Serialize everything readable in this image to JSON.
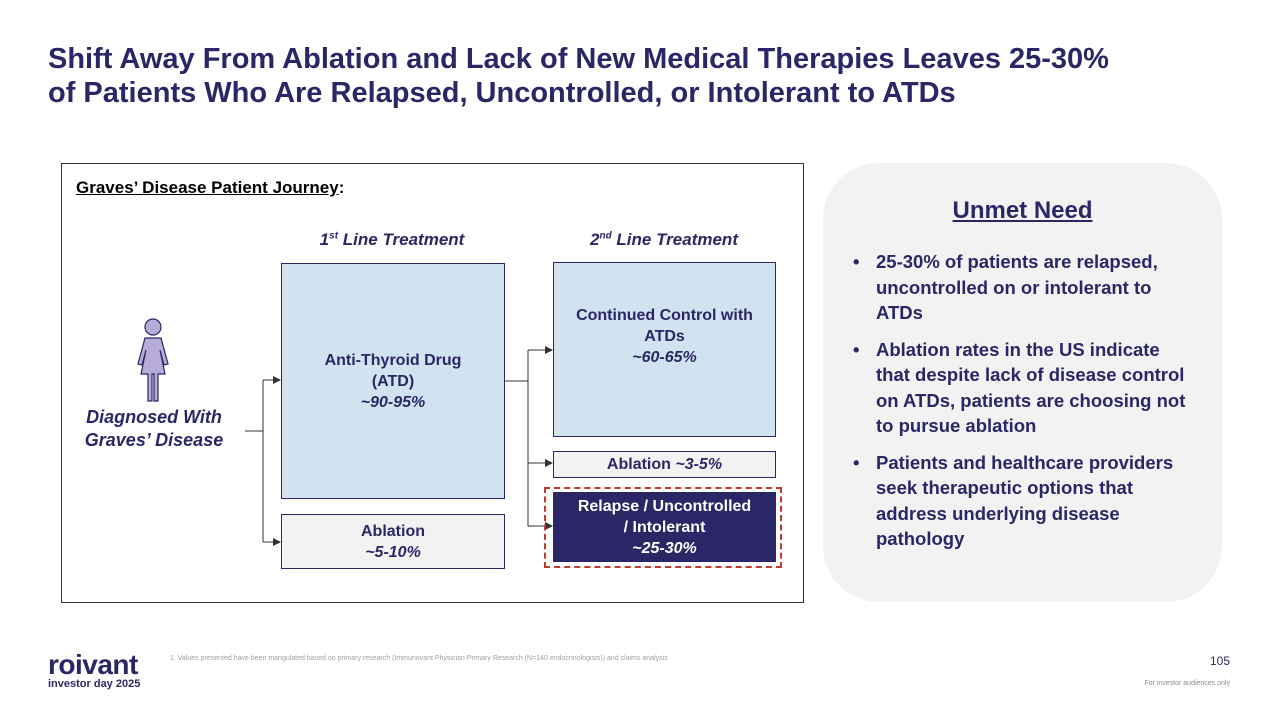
{
  "title": {
    "line1": "Shift Away From Ablation and Lack of New Medical Therapies Leaves 25-30%",
    "line2": "of Patients Who Are Relapsed, Uncontrolled, or Intolerant to ATDs"
  },
  "journey": {
    "heading": "Graves’ Disease Patient Journey",
    "heading_colon": ":",
    "first_line": {
      "num": "1",
      "sup": "st",
      "text": " Line Treatment"
    },
    "second_line": {
      "num": "2",
      "sup": "nd",
      "text": " Line Treatment"
    },
    "diagnosed": {
      "line1": "Diagnosed With",
      "line2": "Graves’ Disease"
    },
    "atd": {
      "line1": "Anti-Thyroid Drug",
      "line2": "(ATD)",
      "pct": "~90-95%"
    },
    "ablation_first": {
      "line1": "Ablation",
      "pct": "~5-10%"
    },
    "continued": {
      "line1": "Continued Control with",
      "line2": "ATDs",
      "pct": "~60-65%"
    },
    "ablation_second": {
      "label": "Ablation ",
      "pct": "~3-5%"
    },
    "relapse": {
      "line1": "Relapse / Uncontrolled",
      "line2": "/ Intolerant",
      "pct": "~25-30%"
    }
  },
  "unmet": {
    "title": "Unmet Need",
    "bullets": [
      "25-30% of patients are relapsed, uncontrolled on or intolerant to ATDs",
      "Ablation rates in the US indicate that despite lack of disease control on ATDs, patients are choosing not to pursue ablation",
      "Patients and healthcare providers seek therapeutic options that address underlying disease pathology"
    ]
  },
  "footer": {
    "logo_word": "roivant",
    "logo_sub": "investor day 2025",
    "footnote": "1. Values presented have been triangulated based on primary research (Immunovant Physician Primary Research (N=140 endocrinologists)) and claims analysis",
    "page": "105",
    "disclaimer": "For investor audiences only"
  },
  "colors": {
    "navy": "#2b2766",
    "light_blue": "#d1e2f0",
    "light_gray": "#f2f2f2",
    "dashed_red": "#c0392b"
  }
}
